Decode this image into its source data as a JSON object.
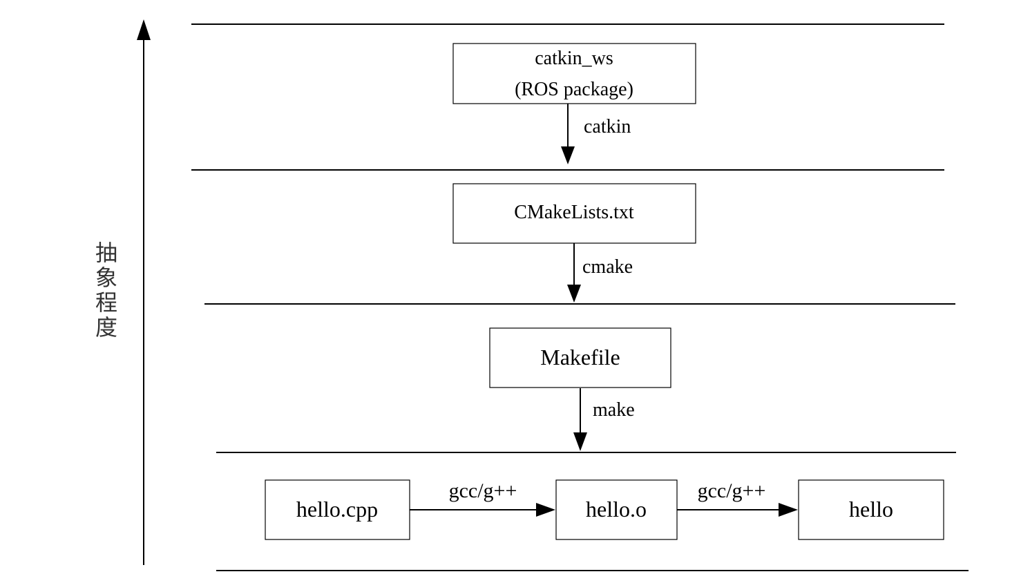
{
  "axis": {
    "label_chars": [
      "抽",
      "象",
      "程",
      "度"
    ]
  },
  "nodes": {
    "catkin_ws": {
      "line1": "catkin_ws",
      "line2": "(ROS package)"
    },
    "cmakelists": {
      "label": "CMakeLists.txt"
    },
    "makefile": {
      "label": "Makefile"
    },
    "hello_cpp": {
      "label": "hello.cpp"
    },
    "hello_o": {
      "label": "hello.o"
    },
    "hello": {
      "label": "hello"
    }
  },
  "edges": {
    "catkin": {
      "label": "catkin"
    },
    "cmake": {
      "label": "cmake"
    },
    "make": {
      "label": "make"
    },
    "compile1": {
      "label": "gcc/g++"
    },
    "compile2": {
      "label": "gcc/g++"
    }
  }
}
